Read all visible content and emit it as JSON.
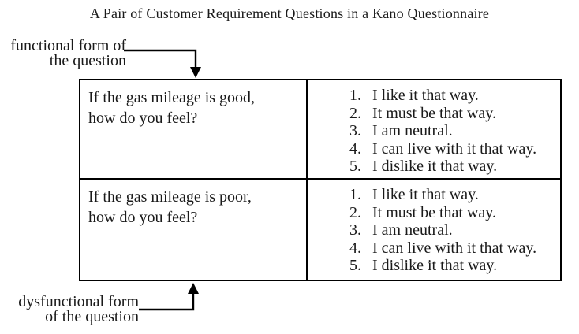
{
  "title": "A Pair of Customer Requirement Questions in a Kano Questionnaire",
  "labels": {
    "functional": {
      "line1": "functional form of",
      "line2": "the question"
    },
    "dysfunctional": {
      "line1": "dysfunctional form",
      "line2": "of the question"
    }
  },
  "table": {
    "rows": [
      {
        "question": {
          "line1": "If the gas mileage is good,",
          "line2": "how do you feel?"
        },
        "options": [
          {
            "num": "1.",
            "text": "I like it that way."
          },
          {
            "num": "2.",
            "text": "It must be that way."
          },
          {
            "num": "3.",
            "text": "I am neutral."
          },
          {
            "num": "4.",
            "text": "I can live with it that way."
          },
          {
            "num": "5.",
            "text": "I dislike it that way."
          }
        ]
      },
      {
        "question": {
          "line1": "If the gas mileage is poor,",
          "line2": "how do you feel?"
        },
        "options": [
          {
            "num": "1.",
            "text": "I like it that way."
          },
          {
            "num": "2.",
            "text": "It must be that way."
          },
          {
            "num": "3.",
            "text": "I am neutral."
          },
          {
            "num": "4.",
            "text": "I can live with it that way."
          },
          {
            "num": "5.",
            "text": "I dislike it that way."
          }
        ]
      }
    ]
  },
  "colors": {
    "text": "#1a1a1a",
    "line": "#000000",
    "background": "#ffffff"
  }
}
